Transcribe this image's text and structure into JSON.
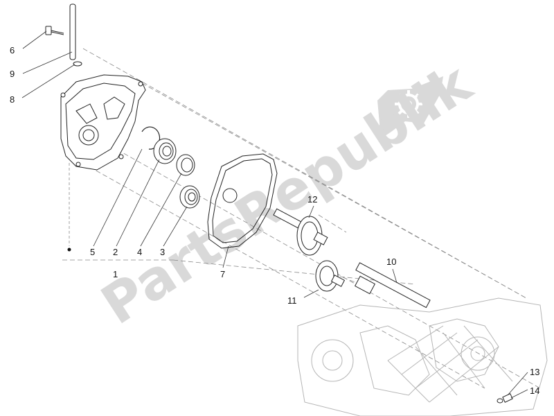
{
  "watermark": {
    "text": "PartsRepublik",
    "color": "#d8d8d8"
  },
  "callouts": {
    "c1": "1",
    "c2": "2",
    "c3": "3",
    "c4": "4",
    "c5": "5",
    "c6": "6",
    "c7": "7",
    "c8": "8",
    "c9": "9",
    "c10": "10",
    "c11": "11",
    "c12": "12",
    "c13": "13",
    "c14": "14"
  },
  "colors": {
    "line": "#222222",
    "leader": "#333333",
    "dashed": "#777777",
    "ghost": "#b5b5b5"
  },
  "icons": [
    "gear-icon",
    "gear-bolt-icon"
  ]
}
